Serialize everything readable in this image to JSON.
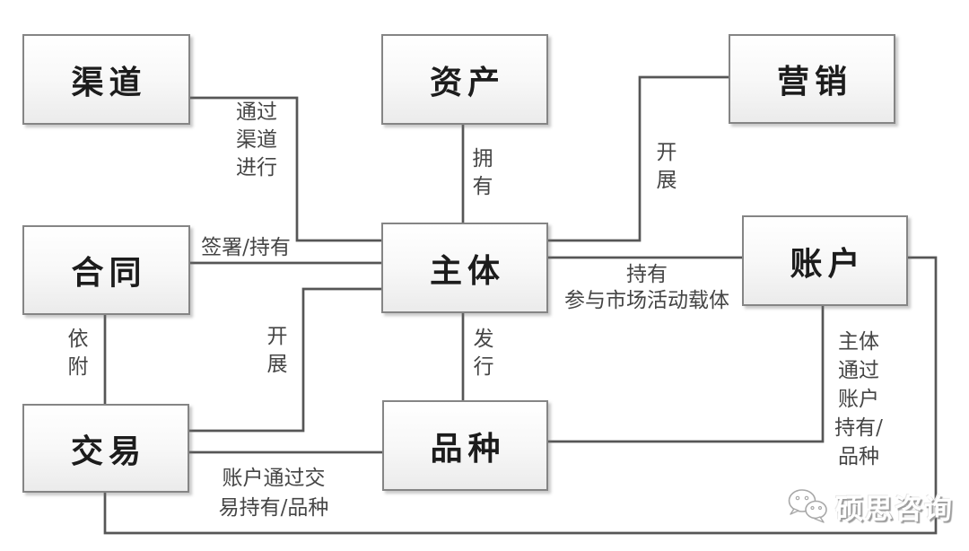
{
  "nodes": {
    "channel": "渠道",
    "asset": "资产",
    "marketing": "营销",
    "contract": "合同",
    "entity": "主体",
    "account": "账户",
    "transaction": "交易",
    "product": "品种"
  },
  "edge_labels": {
    "via_channel": "通过\n渠道\n进行",
    "own": "拥\n有",
    "carry_out_marketing": "开\n展",
    "sign_hold": "签署/持有",
    "hold_participate": "持有\n参与市场活动载体",
    "attach": "依\n附",
    "carry_out_transaction": "开\n展",
    "issue": "发\n行",
    "entity_via_account": "主体\n通过\n账户\n持有/\n品种",
    "account_via_transaction": "账户通过交\n易持有/品种"
  },
  "watermark": {
    "text": "硕思咨询",
    "logo": "wechat-bubbles-icon"
  },
  "colors": {
    "line": "#565656",
    "box_border": "#858585",
    "box_fill_top": "#ffffff",
    "box_fill_bottom": "#ebebeb",
    "node_text": "#1c1c1c",
    "edge_label_text": "#454545",
    "watermark_text": "#ffffff"
  }
}
